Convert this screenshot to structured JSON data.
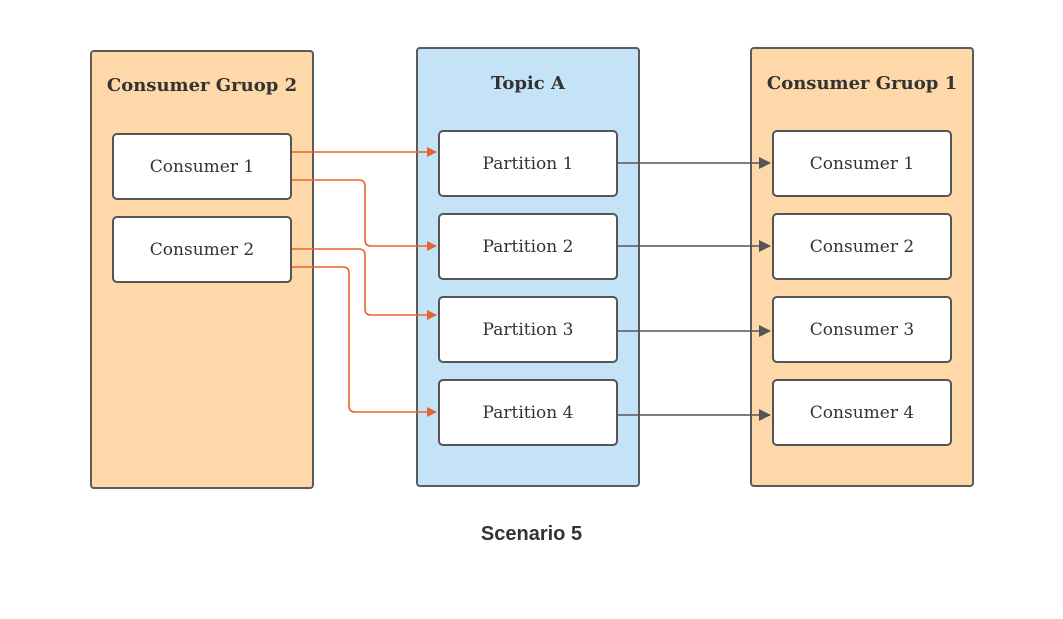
{
  "colors": {
    "group_fill": "#fed8a8",
    "topic_fill": "#c4e3f6",
    "group2_edge": "#e8642c",
    "group1_edge": "#555555"
  },
  "consumer_group_2": {
    "title": "Consumer Gruop 2",
    "consumers": [
      "Consumer 1",
      "Consumer 2"
    ]
  },
  "topic": {
    "title": "Topic A",
    "partitions": [
      "Partition 1",
      "Partition 2",
      "Partition 3",
      "Partition 4"
    ]
  },
  "consumer_group_1": {
    "title": "Consumer Gruop 1",
    "consumers": [
      "Consumer 1",
      "Consumer 2",
      "Consumer 3",
      "Consumer 4"
    ]
  },
  "edges": [
    {
      "from": "Consumer Gruop 2 / Consumer 1",
      "to": "Partition 1",
      "color": "orange"
    },
    {
      "from": "Consumer Gruop 2 / Consumer 1",
      "to": "Partition 2",
      "color": "orange"
    },
    {
      "from": "Consumer Gruop 2 / Consumer 2",
      "to": "Partition 3",
      "color": "orange"
    },
    {
      "from": "Consumer Gruop 2 / Consumer 2",
      "to": "Partition 4",
      "color": "orange"
    },
    {
      "from": "Partition 1",
      "to": "Consumer Gruop 1 / Consumer 1",
      "color": "gray"
    },
    {
      "from": "Partition 2",
      "to": "Consumer Gruop 1 / Consumer 2",
      "color": "gray"
    },
    {
      "from": "Partition 3",
      "to": "Consumer Gruop 1 / Consumer 3",
      "color": "gray"
    },
    {
      "from": "Partition 4",
      "to": "Consumer Gruop 1 / Consumer 4",
      "color": "gray"
    }
  ],
  "caption": "Scenario 5"
}
